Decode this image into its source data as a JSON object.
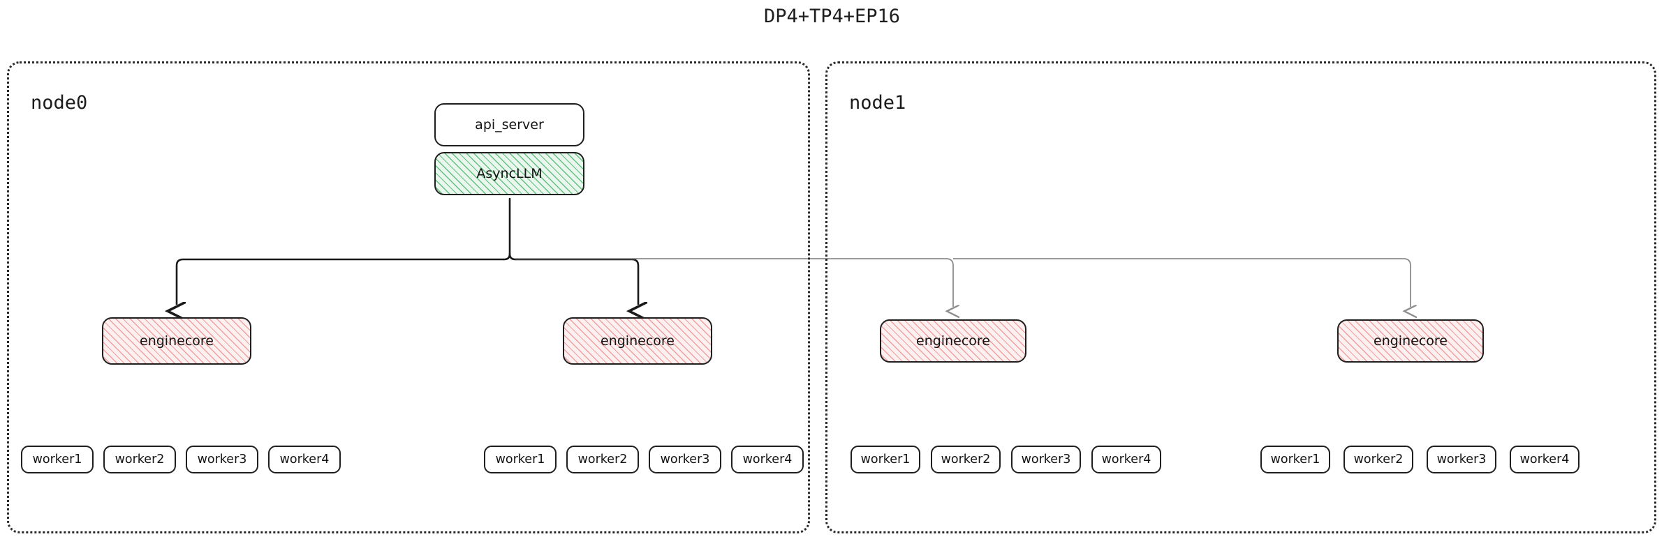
{
  "title": "DP4+TP4+EP16",
  "colors": {
    "container_border": "#2a2a2a",
    "box_border": "#1f1f1f",
    "async_llm_fill": "#eaf7ee",
    "async_llm_hatch": "#63c07e",
    "enginecore_fill": "#fdf0f0",
    "enginecore_hatch": "#f0a0a0",
    "edge_dark": "#1a1a1a",
    "edge_light": "#8c8c8c",
    "page_background": "#ffffff",
    "text": "#141414"
  },
  "nodes": [
    {
      "id": "node0",
      "label": "node0",
      "blocks": {
        "api_server": {
          "label": "api_server"
        },
        "async_llm": {
          "label": "AsyncLLM"
        }
      },
      "enginecores": [
        {
          "label": "enginecore",
          "workers": [
            {
              "label": "worker1"
            },
            {
              "label": "worker2"
            },
            {
              "label": "worker3"
            },
            {
              "label": "worker4"
            }
          ]
        },
        {
          "label": "enginecore",
          "workers": [
            {
              "label": "worker1"
            },
            {
              "label": "worker2"
            },
            {
              "label": "worker3"
            },
            {
              "label": "worker4"
            }
          ]
        }
      ]
    },
    {
      "id": "node1",
      "label": "node1",
      "blocks": {},
      "enginecores": [
        {
          "label": "enginecore",
          "workers": [
            {
              "label": "worker1"
            },
            {
              "label": "worker2"
            },
            {
              "label": "worker3"
            },
            {
              "label": "worker4"
            }
          ]
        },
        {
          "label": "enginecore",
          "workers": [
            {
              "label": "worker1"
            },
            {
              "label": "worker2"
            },
            {
              "label": "worker3"
            },
            {
              "label": "worker4"
            }
          ]
        }
      ]
    }
  ]
}
